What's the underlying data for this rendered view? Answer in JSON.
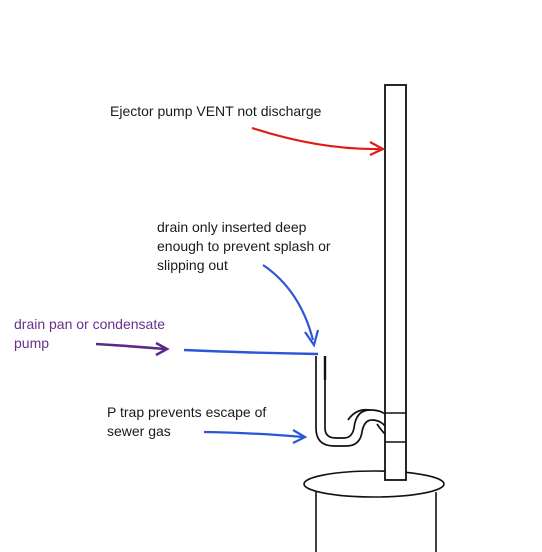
{
  "labels": {
    "vent": "Ejector pump VENT not discharge",
    "drain": "drain only inserted deep\nenough to prevent splash or\nslipping out",
    "pan": "drain pan or condensate\npump",
    "ptrap": "P trap prevents escape of\nsewer gas"
  },
  "colors": {
    "vent_arrow": "#e01b1b",
    "blue_arrow": "#2b57d6",
    "purple_arrow": "#5a2a87",
    "pipe": "#111111",
    "label_purple": "#6a2f8e"
  }
}
